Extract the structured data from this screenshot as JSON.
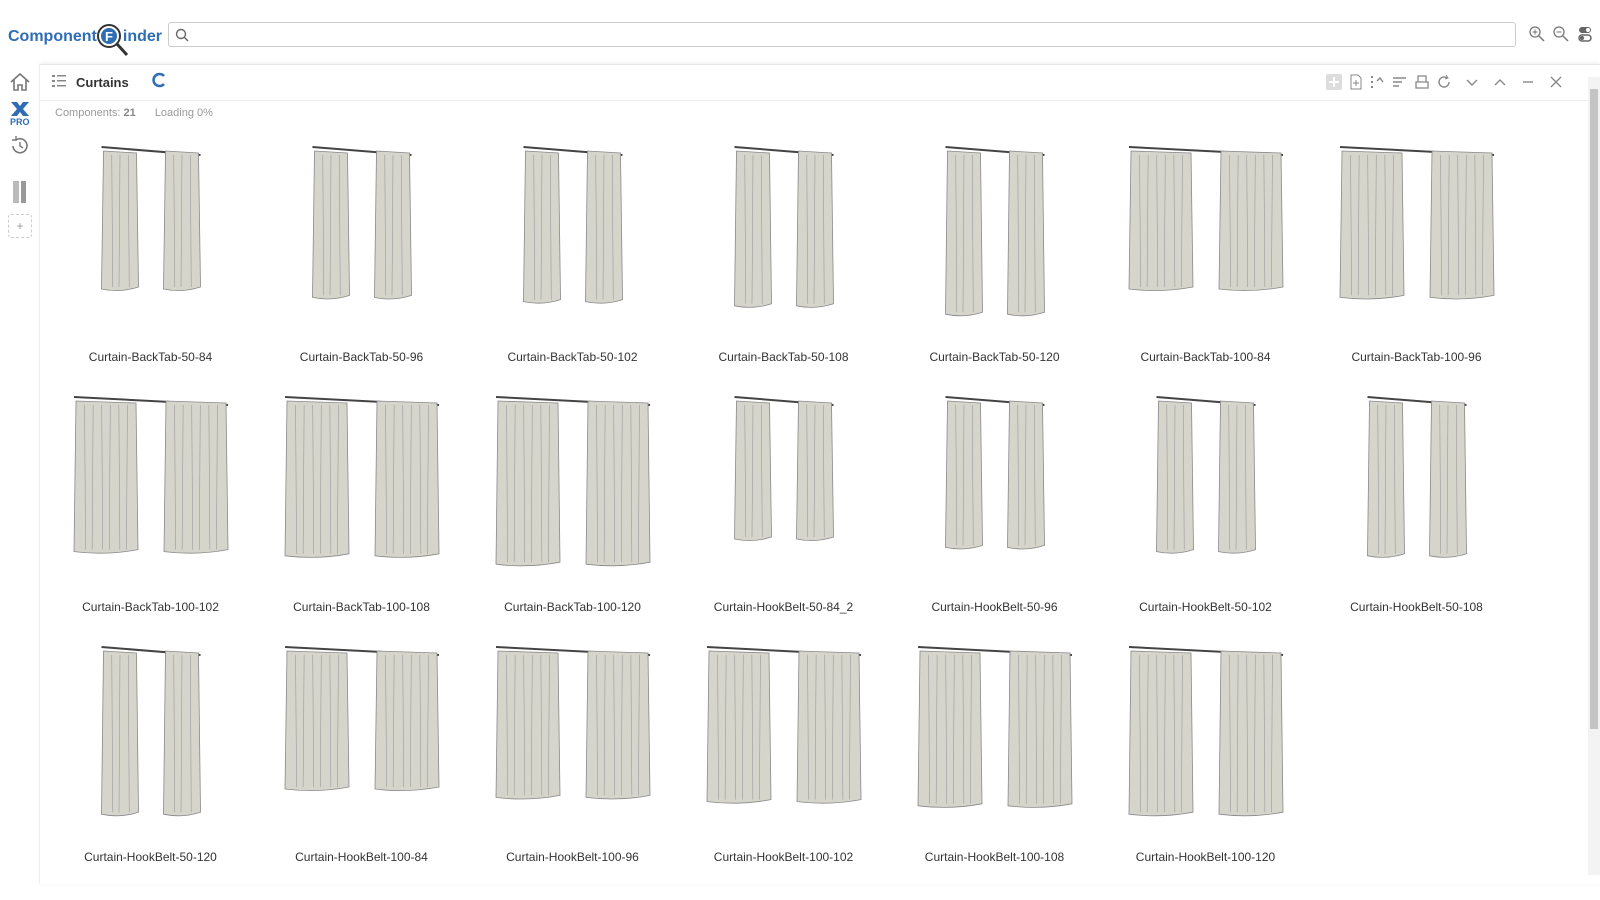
{
  "app": {
    "logo_text_left": "Component",
    "logo_text_right": "inder",
    "logo_letter": "F"
  },
  "search": {
    "placeholder": "",
    "value": ""
  },
  "top_icons": [
    "zoom-in-icon",
    "zoom-out-icon",
    "toggle-icon"
  ],
  "sidebar": [
    "home-icon",
    "pro-icon",
    "history-icon",
    "curtain-collection-icon",
    "add-collection-icon"
  ],
  "panel": {
    "title": "Curtains",
    "components_label": "Components:",
    "components_count": "21",
    "loading": "Loading 0%",
    "tools": [
      "add-icon",
      "new-file-icon",
      "undo-icon",
      "sort-icon",
      "print-icon",
      "refresh-icon",
      "chevron-down-icon",
      "chevron-up-icon",
      "minimize-icon",
      "close-icon"
    ]
  },
  "items": [
    "Curtain-BackTab-50-84",
    "Curtain-BackTab-50-96",
    "Curtain-BackTab-50-102",
    "Curtain-BackTab-50-108",
    "Curtain-BackTab-50-120",
    "Curtain-BackTab-100-84",
    "Curtain-BackTab-100-96",
    "Curtain-BackTab-100-102",
    "Curtain-BackTab-100-108",
    "Curtain-BackTab-100-120",
    "Curtain-HookBelt-50-84_2",
    "Curtain-HookBelt-50-96",
    "Curtain-HookBelt-50-102",
    "Curtain-HookBelt-50-108",
    "Curtain-HookBelt-50-120",
    "Curtain-HookBelt-100-84",
    "Curtain-HookBelt-100-96",
    "Curtain-HookBelt-100-102",
    "Curtain-HookBelt-100-108",
    "Curtain-HookBelt-100-120"
  ],
  "colors": {
    "accent": "#2f6db5",
    "curtain": "#d6d5cc"
  }
}
